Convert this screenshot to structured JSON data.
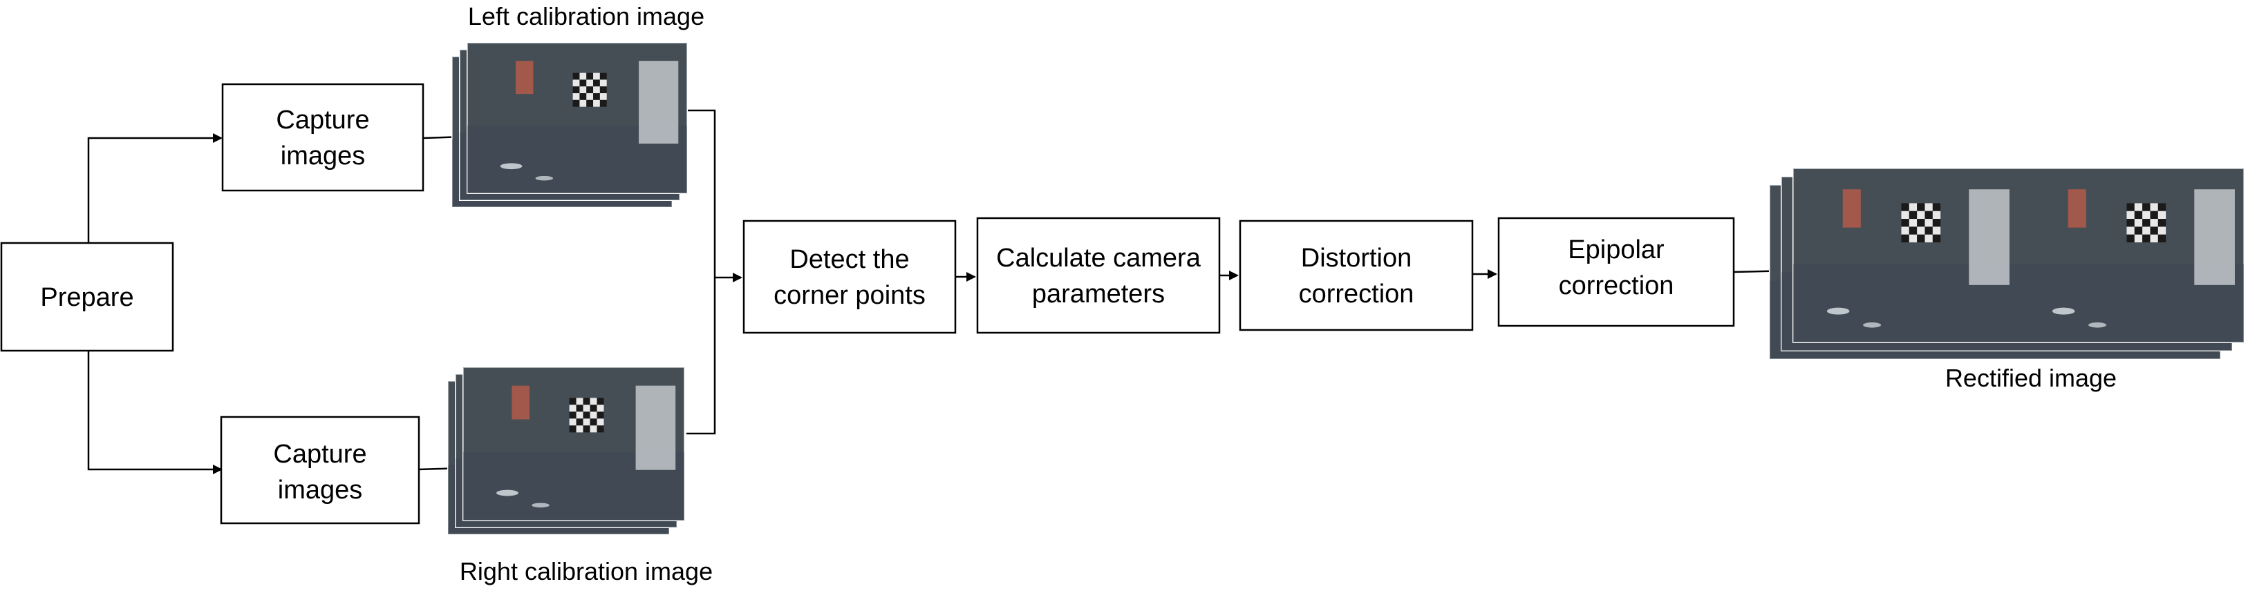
{
  "nodes": {
    "prepare": {
      "lines": [
        "Prepare"
      ]
    },
    "capture_top": {
      "lines": [
        "Capture",
        "images"
      ]
    },
    "capture_bottom": {
      "lines": [
        "Capture",
        "images"
      ]
    },
    "detect": {
      "lines": [
        "Detect the",
        "corner points"
      ]
    },
    "calculate": {
      "lines": [
        "Calculate camera",
        "parameters"
      ]
    },
    "distortion": {
      "lines": [
        "Distortion",
        "correction"
      ]
    },
    "epipolar": {
      "lines": [
        "Epipolar",
        "correction"
      ]
    }
  },
  "captions": {
    "left": "Left calibration image",
    "right": "Right calibration image",
    "rectified": "Rectified image"
  },
  "colors": {
    "stroke": "#000000",
    "photo_dark": "#2a3036",
    "photo_floor": "#4b5661",
    "photo_wall": "#5d6770",
    "board_dark": "#1a1a1a",
    "board_light": "#e8e8e8",
    "accent_red": "#b35a4a"
  }
}
